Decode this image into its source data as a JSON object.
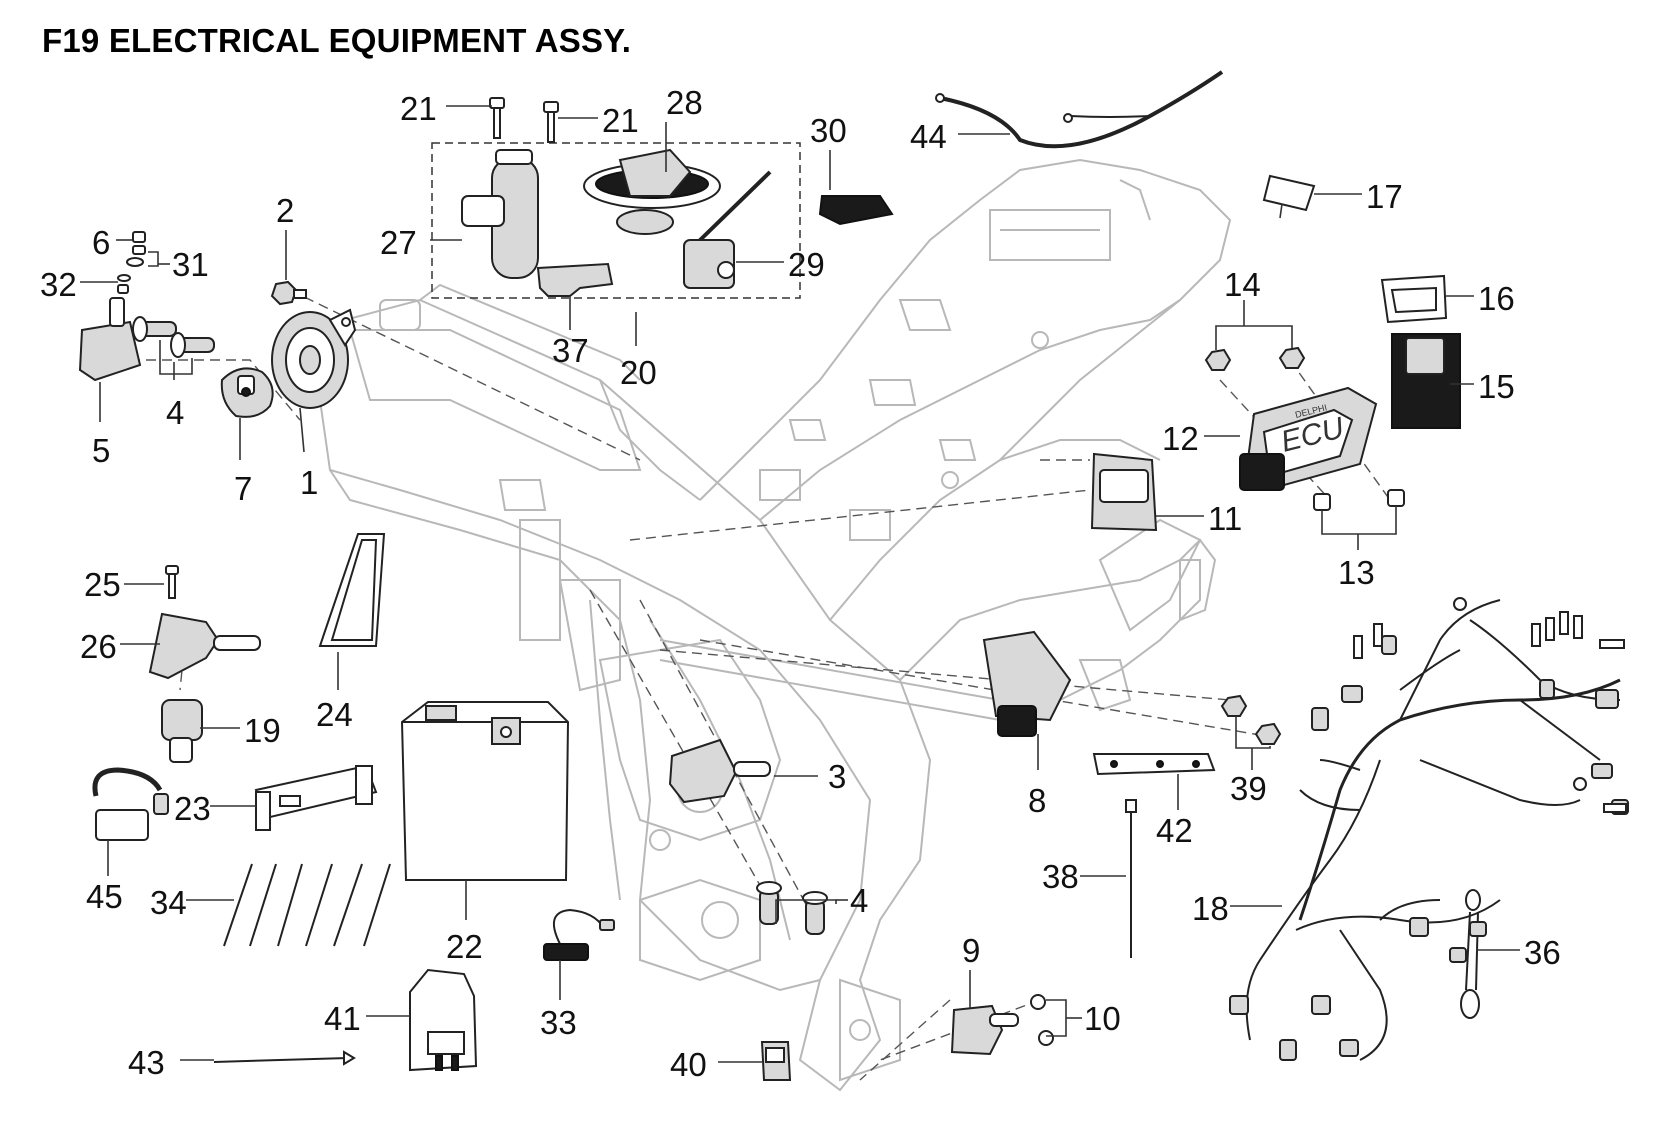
{
  "title": "F19  ELECTRICAL EQUIPMENT ASSY.",
  "callouts": {
    "c1": "1",
    "c2": "2",
    "c3": "3",
    "c4a": "4",
    "c4b": "4",
    "c5": "5",
    "c6": "6",
    "c7": "7",
    "c8": "8",
    "c9": "9",
    "c10": "10",
    "c11": "11",
    "c12": "12",
    "c13": "13",
    "c14": "14",
    "c15": "15",
    "c16": "16",
    "c17": "17",
    "c18": "18",
    "c19": "19",
    "c20": "20",
    "c21a": "21",
    "c21b": "21",
    "c22": "22",
    "c23": "23",
    "c24": "24",
    "c25": "25",
    "c26": "26",
    "c27": "27",
    "c28": "28",
    "c29": "29",
    "c30": "30",
    "c31": "31",
    "c32": "32",
    "c33": "33",
    "c34": "34",
    "c36": "36",
    "c37": "37",
    "c38": "38",
    "c39": "39",
    "c40": "40",
    "c41": "41",
    "c42": "42",
    "c43": "43",
    "c44": "44",
    "c45": "45"
  },
  "ecu_label": "ECU",
  "ecu_brand": "DELPHI"
}
